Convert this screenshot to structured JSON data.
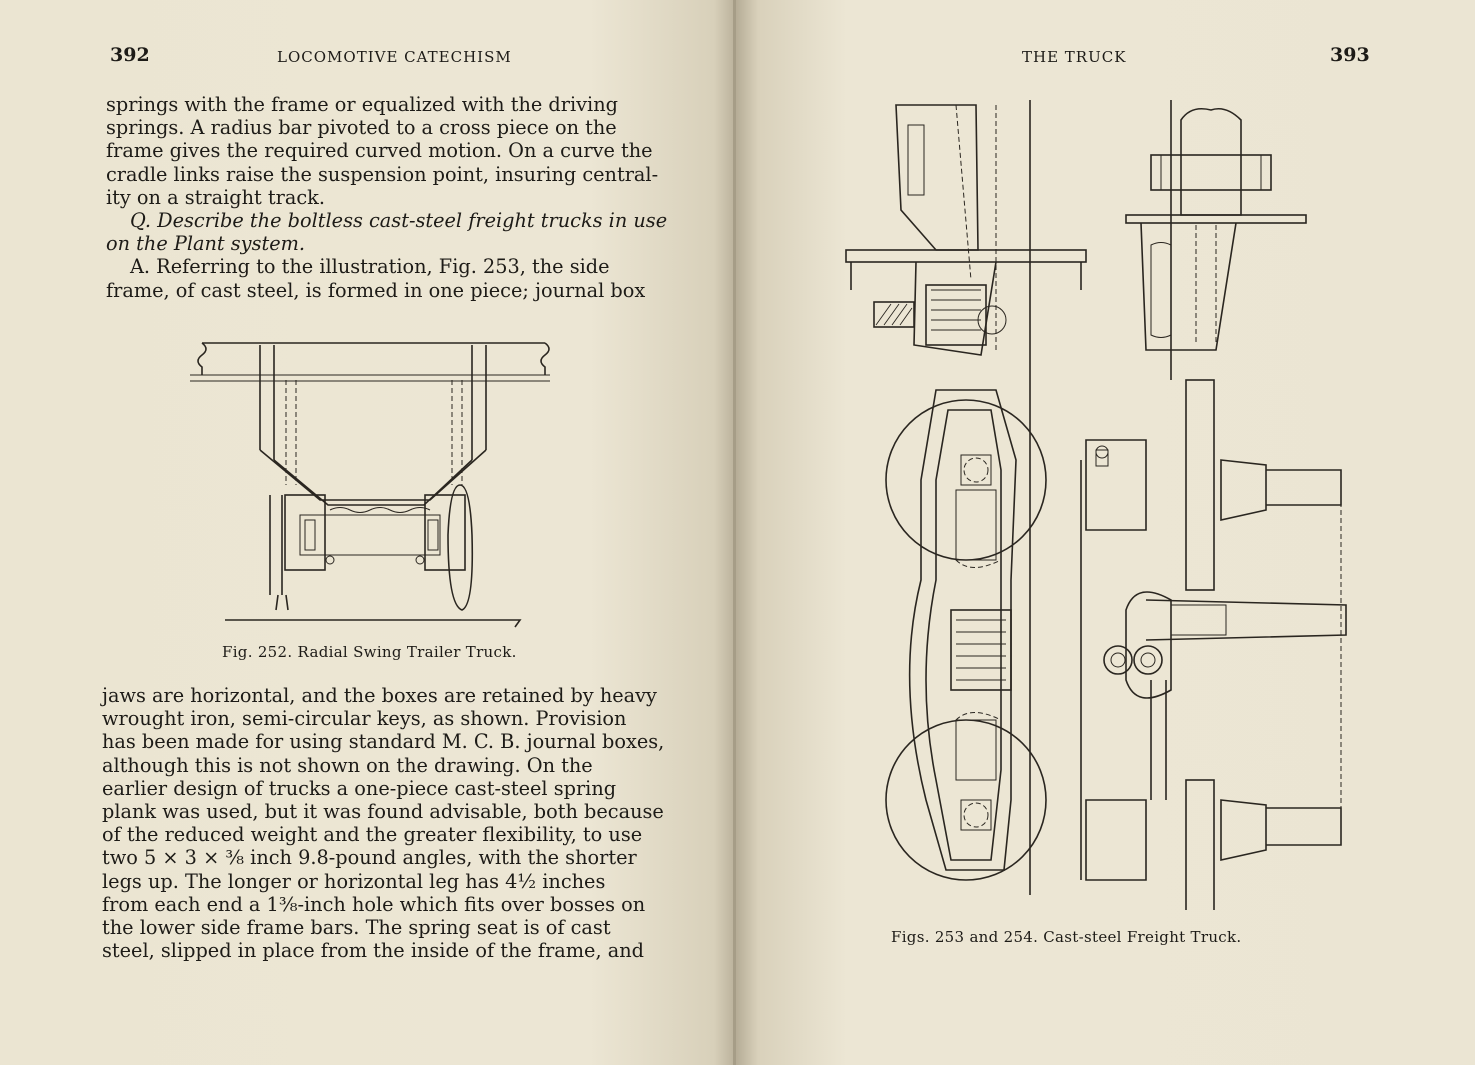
{
  "left_page": {
    "page_number": "392",
    "running_head": "LOCOMOTIVE CATECHISM",
    "paragraph1_lines": [
      "springs with the frame or equalized with the driving",
      "springs. A radius bar pivoted to a cross piece on the",
      "frame gives the required curved motion. On a curve the",
      "cradle links raise the suspension point, insuring central-",
      "ity on a straight track."
    ],
    "question_lines": [
      "Q. Describe the boltless cast-steel freight trucks in use",
      "on the Plant system."
    ],
    "answer_lines": [
      "A. Referring to the illustration, Fig. 253, the side",
      "frame, of cast steel, is formed in one piece; journal box"
    ],
    "figure_caption": "Fig. 252.  Radial Swing Trailer Truck.",
    "continuation_lines": [
      "jaws are horizontal, and the boxes are retained by heavy",
      "wrought iron, semi-circular keys, as shown. Provision",
      "has been made for using standard M. C. B. journal boxes,",
      "although this is not shown on the drawing. On the",
      "earlier design of trucks a one-piece cast-steel spring",
      "plank was used, but it was found advisable, both because",
      "of the reduced weight and the greater flexibility, to use",
      "two 5 ⨯ 3 ⨯ ³⁄₈ inch 9.8-pound angles, with the shorter",
      "legs up. The longer or horizontal leg has 4½ inches",
      "from each end a 1³⁄₈-inch hole which fits over bosses on",
      "the lower side frame bars. The spring seat is of cast",
      "steel, slipped in place from the inside of the frame, and"
    ]
  },
  "right_page": {
    "running_head": "THE TRUCK",
    "page_number": "393",
    "figure_caption": "Figs. 253 and 254.  Cast-steel Freight Truck."
  }
}
